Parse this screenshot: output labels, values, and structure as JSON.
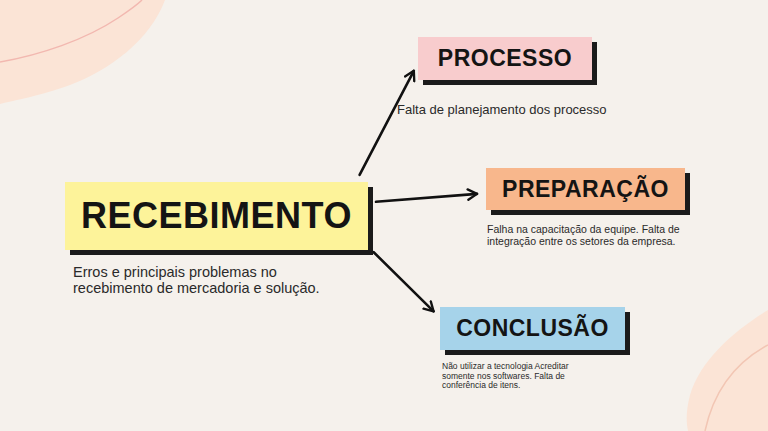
{
  "diagram": {
    "nodes": [
      {
        "text": [
          "RECEBIMENTO",
          "Erros e principais problemas no recebimento de mercadoria e solução."
        ]
      },
      {
        "text": [
          "PROCESSO",
          "Falta de planejamento dos processo"
        ]
      },
      {
        "text": [
          "PREPARAÇÃO",
          "Falha na capacitação da equipe. Falta de integração entre os setores da empresa."
        ]
      },
      {
        "text": [
          "CONCLUSÃO",
          "Não utilizar a tecnologia Acreditar somente nos softwares. Falta de conferência de itens."
        ]
      }
    ],
    "edges": [
      {
        "from": 0,
        "to": 1,
        "arrow": "to"
      },
      {
        "from": 0,
        "to": 2,
        "arrow": "to"
      },
      {
        "from": 0,
        "to": 3,
        "arrow": "to"
      }
    ]
  }
}
